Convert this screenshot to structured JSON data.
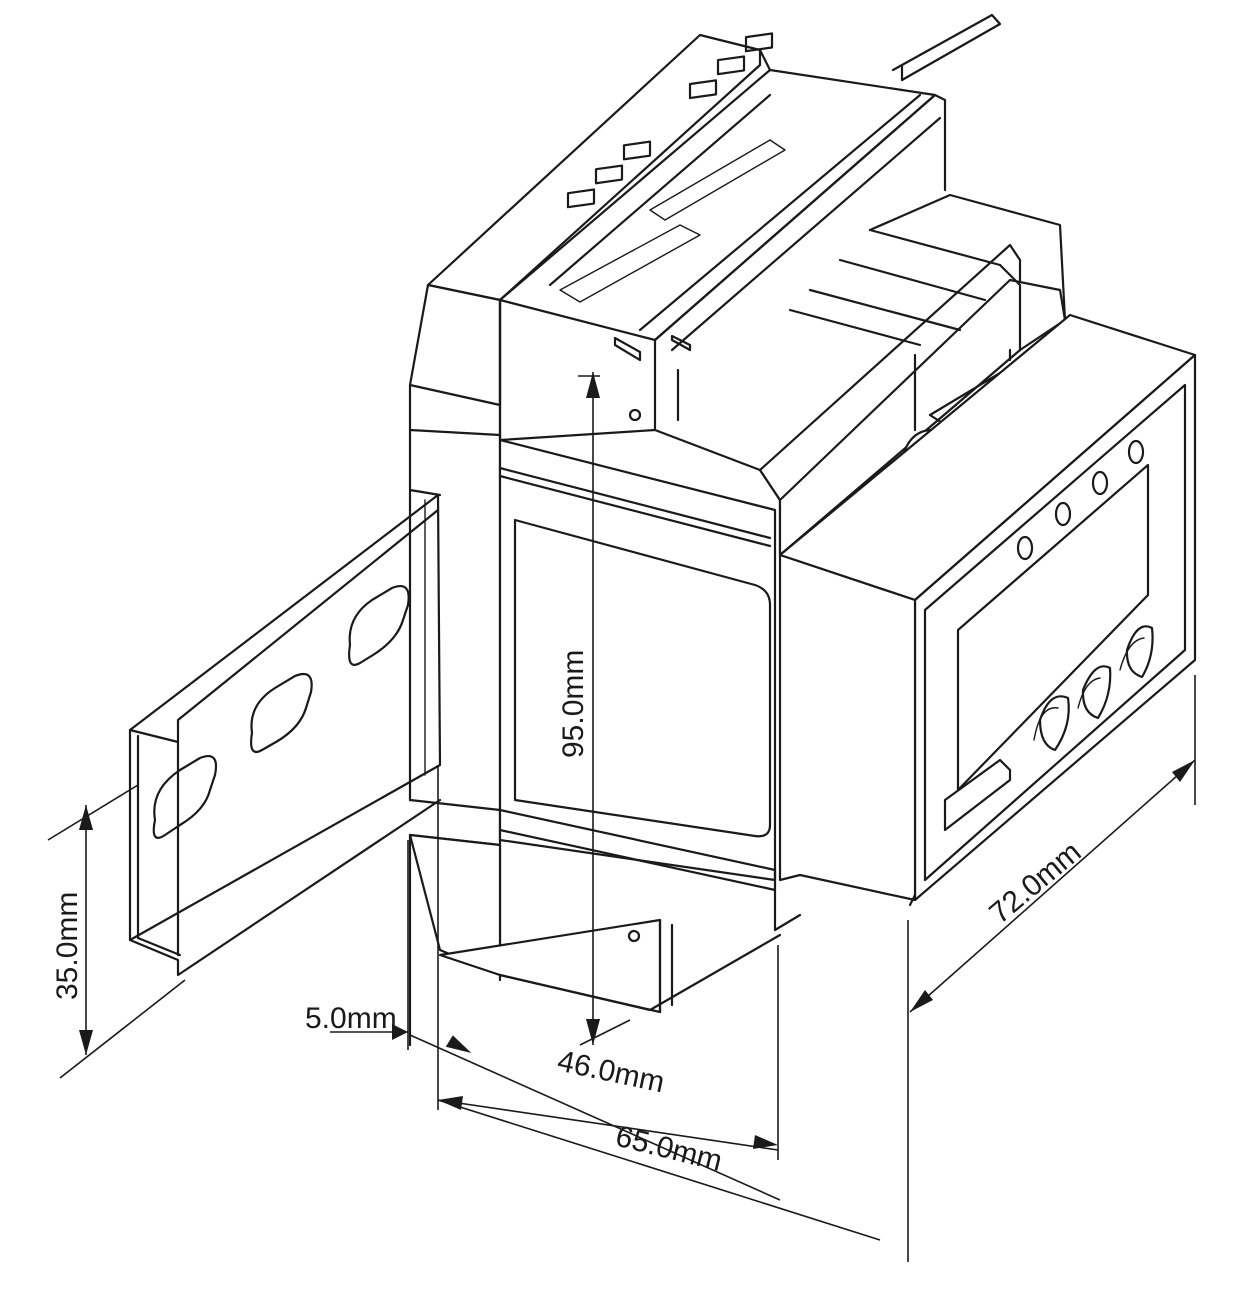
{
  "dimensions": {
    "height": "95.0mm",
    "rail_height": "35.0mm",
    "rail_offset": "5.0mm",
    "depth_body": "46.0mm",
    "depth_total": "65.0mm",
    "width": "72.0mm"
  }
}
